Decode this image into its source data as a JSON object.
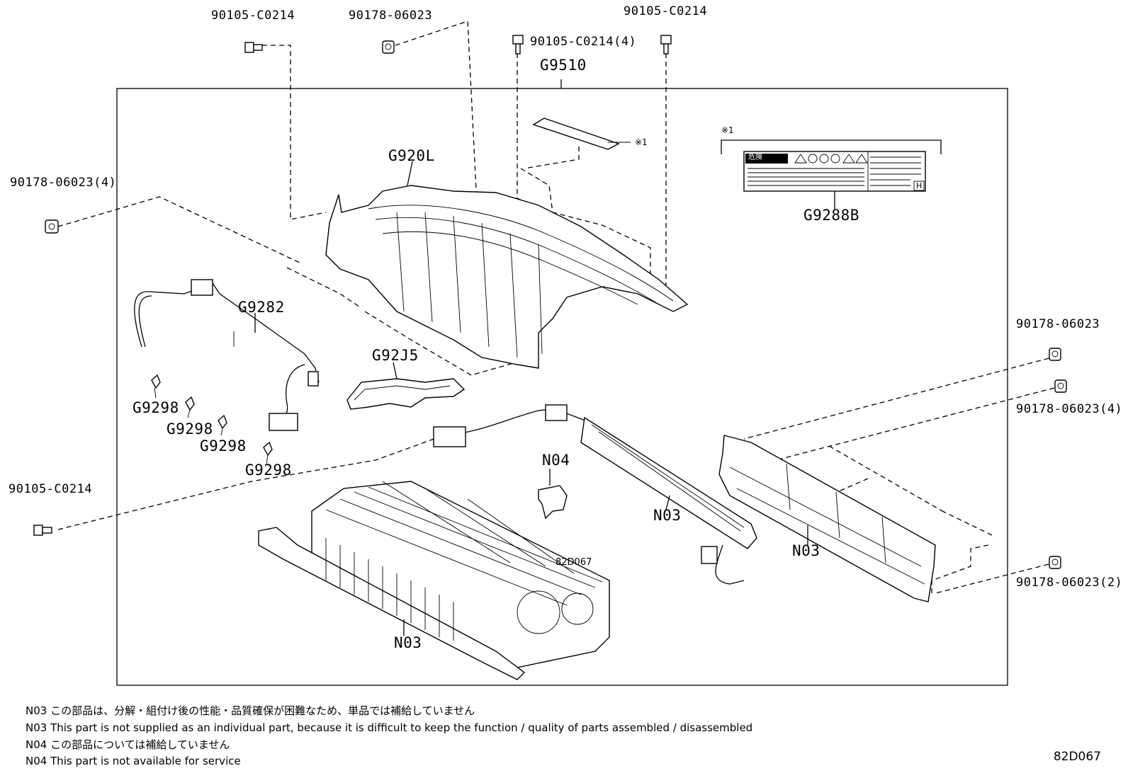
{
  "callouts": {
    "top_bolt_left": "90105-C0214",
    "top_nut": "90178-06023",
    "top_bolt_4": "90105-C0214(4)",
    "top_bolt_right": "90105-C0214",
    "frame": "G9510",
    "cover": "G920L",
    "left_nut_4": "90178-06023(4)",
    "label_ref_mark": "※1",
    "label_ref_mark_small": "※1",
    "label_part": "G9288B",
    "harness": "G9282",
    "duct": "G92J5",
    "clip_1": "G9298",
    "clip_2": "G9298",
    "clip_3": "G9298",
    "clip_4": "G9298",
    "right_nut_1": "90178-06023",
    "right_nut_4": "90178-06023(4)",
    "left_bolt_bottom": "90105-C0214",
    "n04_part": "N04",
    "n03_sensor": "N03",
    "n03_bracket": "N03",
    "n03_stack": "N03",
    "stack_stamp": "82D067",
    "right_nut_2": "90178-06023(2)"
  },
  "warning_label": {
    "corner_letter": "H",
    "danger_word": "危険"
  },
  "notes": [
    "N03 この部品は、分解・組付け後の性能・品質確保が困難なため、単品では補給していません",
    "N03 This part is not supplied as an individual part, because it is difficult to keep the function / quality of parts assembled / disassembled",
    "N04 この部品については補給していません",
    "N04 This part is not available for service"
  ],
  "diagram_code": "82D067"
}
